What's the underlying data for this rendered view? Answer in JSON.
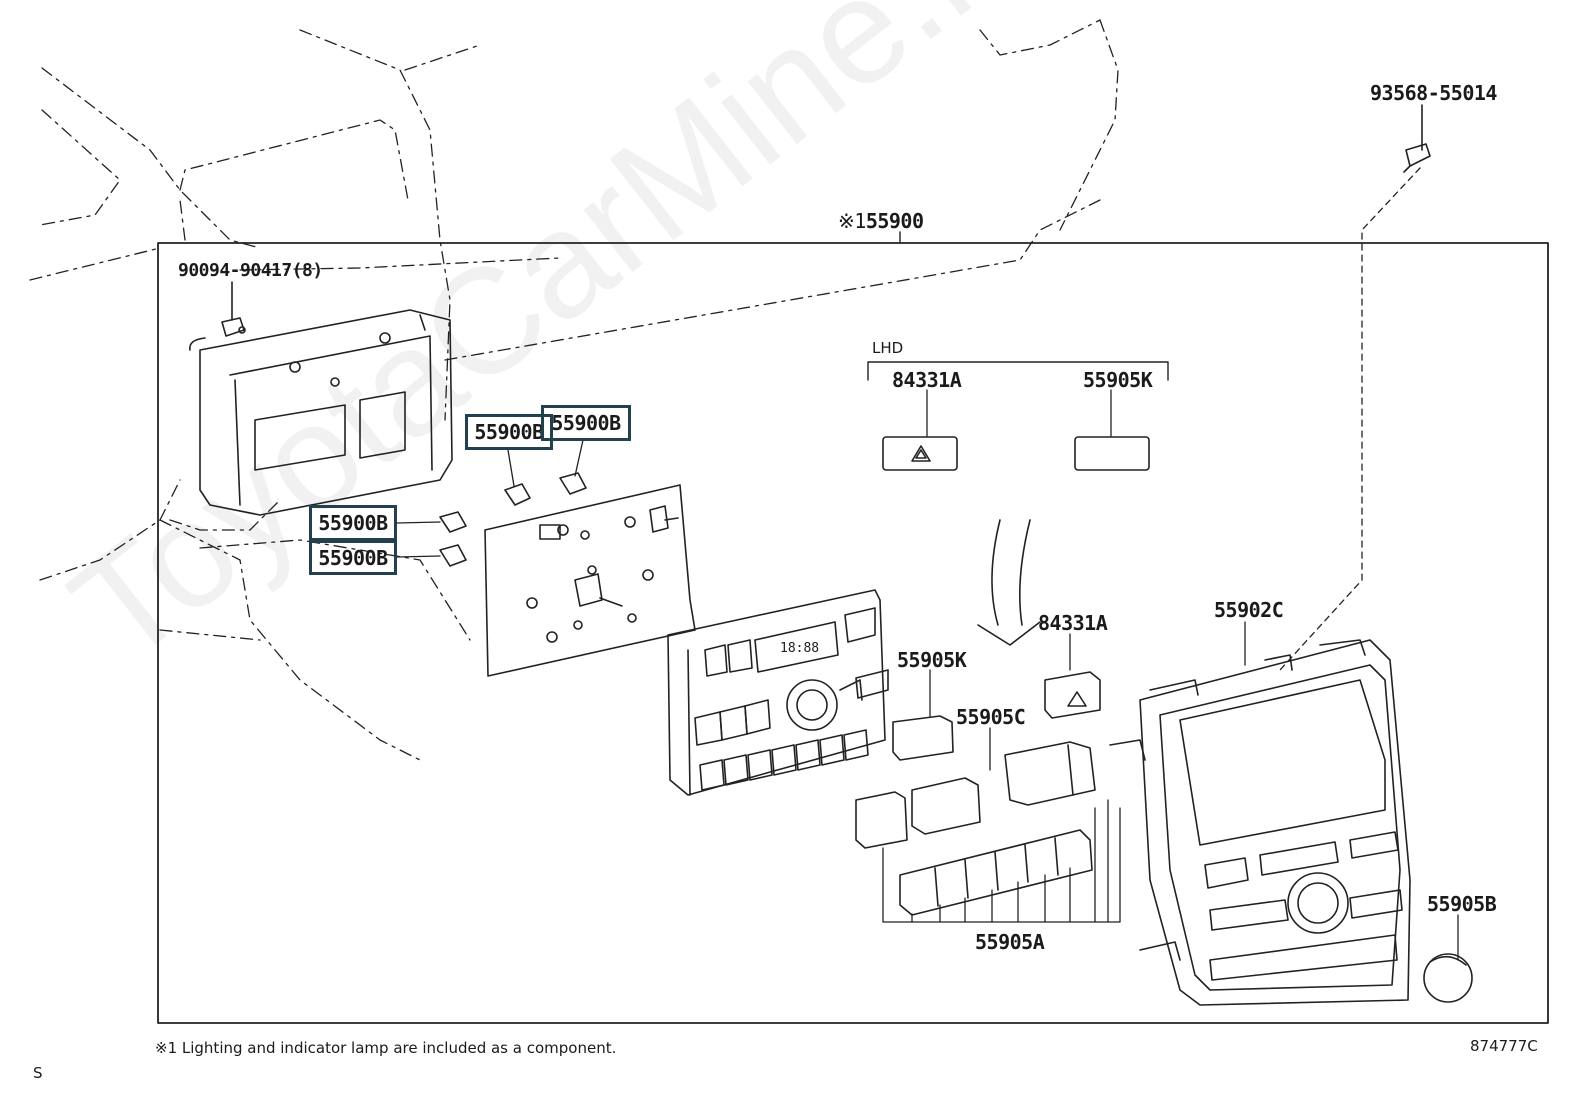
{
  "watermark": "ToyotaCarMine.ru",
  "assembly": {
    "mark": "※1",
    "number": "55900"
  },
  "parts": {
    "screw_top_right": "93568-55014",
    "clip_bracket": "90094-90417(8)",
    "bulb_1": "55900B",
    "bulb_2": "55900B",
    "bulb_3": "55900B",
    "bulb_4": "55900B",
    "lhd_label": "LHD",
    "lhd_hazard": "84331A",
    "lhd_blank": "55905K",
    "hazard_switch": "84331A",
    "blank_switch": "55905K",
    "switch_c": "55905C",
    "bezel": "55902C",
    "switches_a": "55905A",
    "knob": "55905B"
  },
  "display_reading": "18:88",
  "footnote": "※1 Lighting and indicator lamp are included as a component.",
  "figure_code": "874777C",
  "corner_mark": "S"
}
